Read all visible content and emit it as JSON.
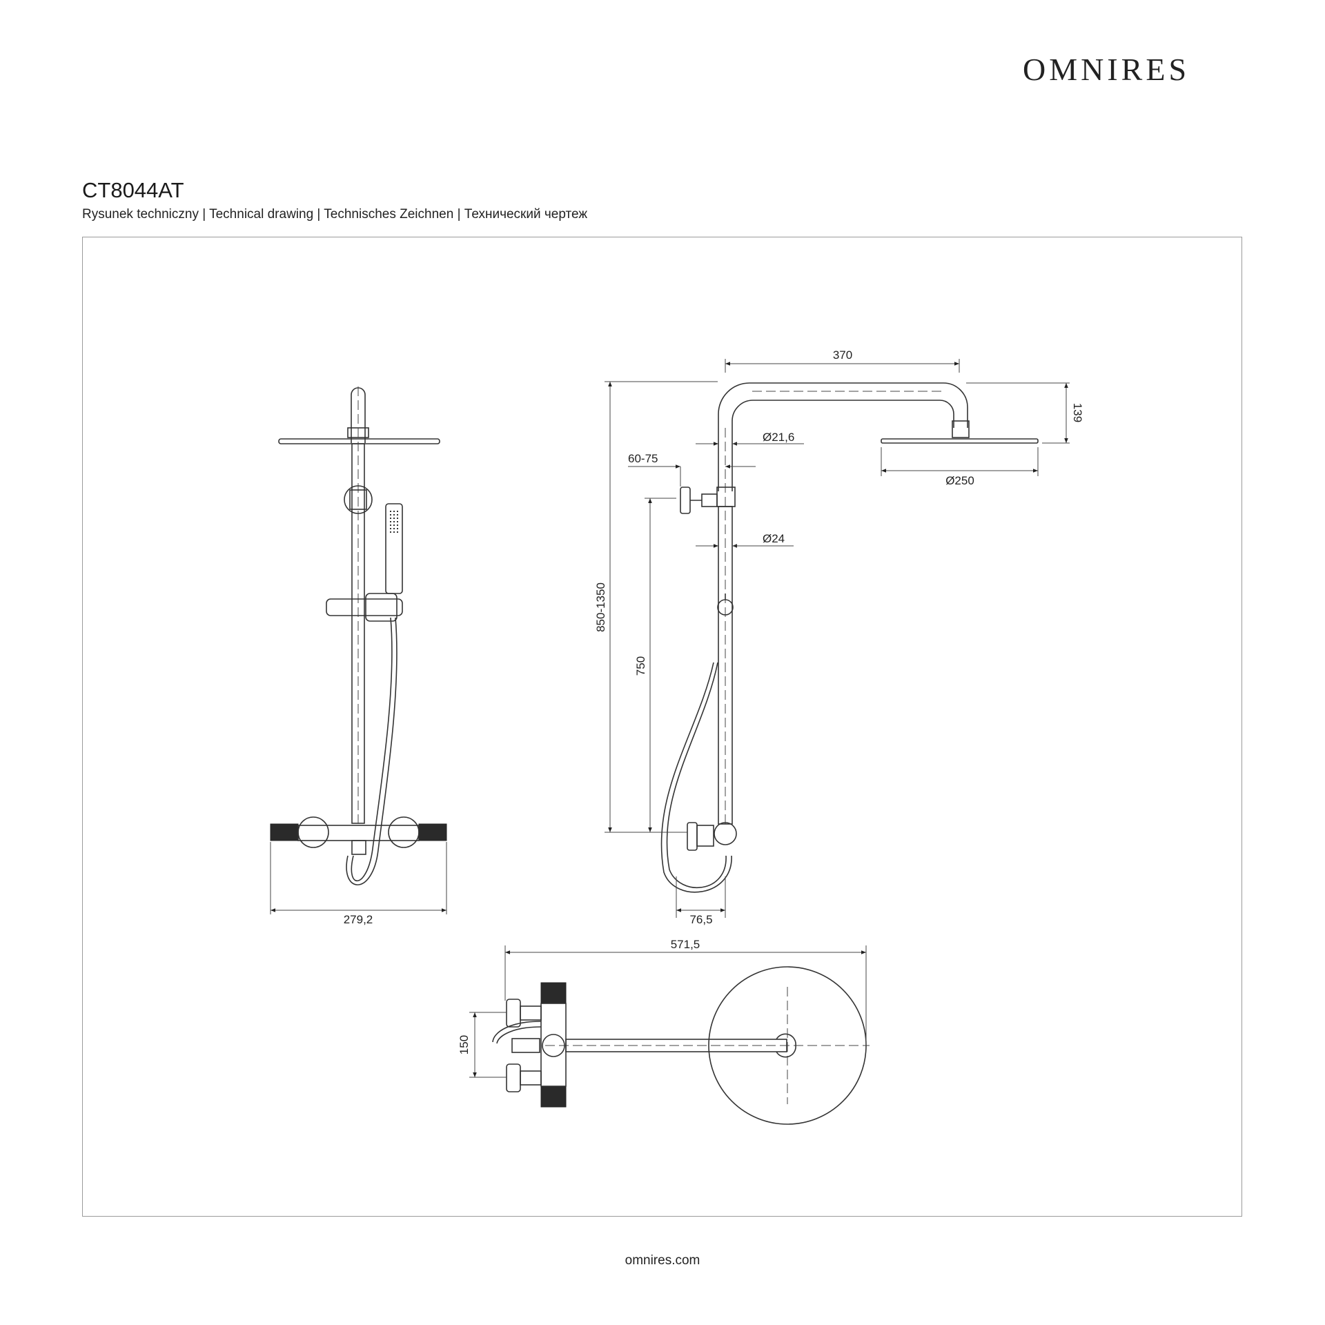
{
  "brand": {
    "logo": "OMNIRES",
    "footer": "omnires.com"
  },
  "product": {
    "code": "CT8044AT",
    "subtitle": "Rysunek techniczny | Technical drawing | Technisches Zeichnen | Технический чертеж"
  },
  "dimensions": {
    "front_width": "279,2",
    "arm_length": "370",
    "head_drop": "139",
    "pipe_upper_diameter": "Ø21,6",
    "wall_offset": "60-75",
    "head_diameter": "Ø250",
    "pipe_lower_diameter": "Ø24",
    "total_height": "850-1350",
    "rail_height": "750",
    "valve_depth": "76,5",
    "top_width": "571,5",
    "inlet_spacing": "150"
  }
}
